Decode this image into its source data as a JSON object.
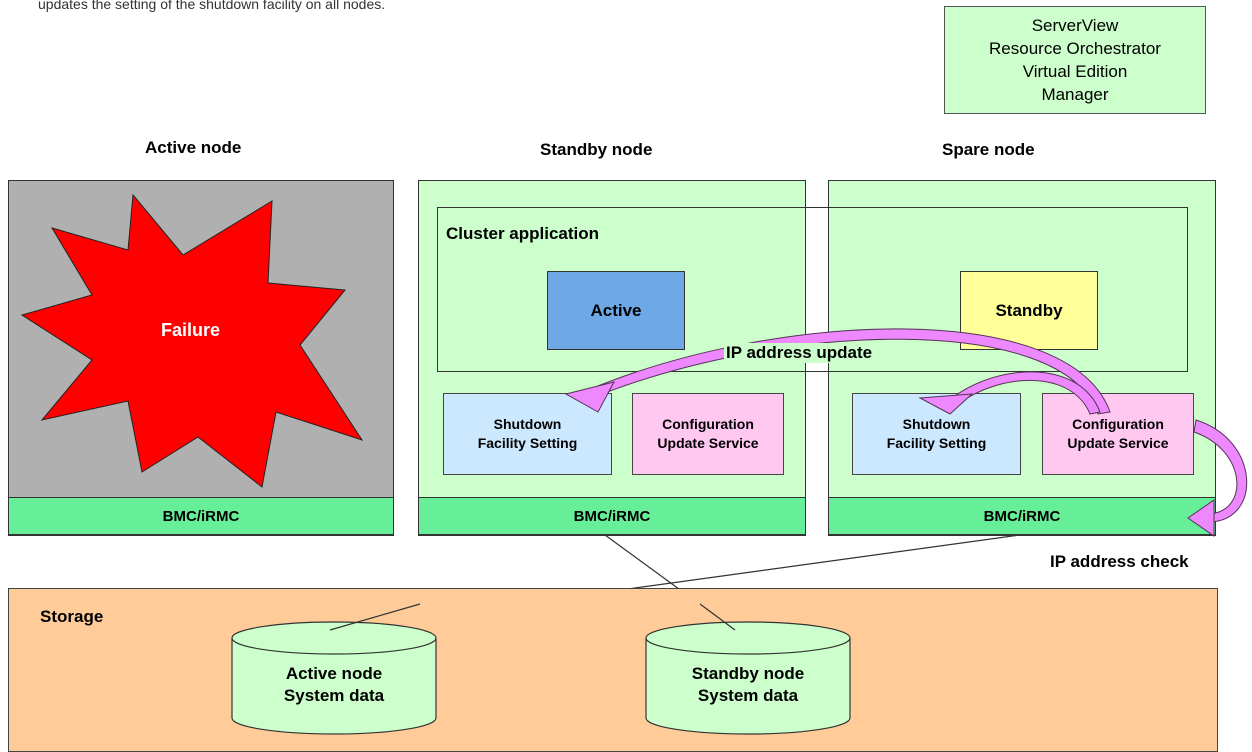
{
  "caption": "updates the setting of the shutdown facility on all nodes.",
  "manager": {
    "line1": "ServerView",
    "line2": "Resource Orchestrator",
    "line3": "Virtual Edition",
    "line4": "Manager"
  },
  "nodes": {
    "active": {
      "title": "Active node",
      "failure": "Failure",
      "bmc": "BMC/iRMC"
    },
    "standby": {
      "title": "Standby node",
      "bmc": "BMC/iRMC",
      "shutdown_line1": "Shutdown",
      "shutdown_line2": "Facility  Setting",
      "config_line1": "Configuration",
      "config_line2": "Update Service"
    },
    "spare": {
      "title": "Spare node",
      "bmc": "BMC/iRMC",
      "shutdown_line1": "Shutdown",
      "shutdown_line2": "Facility  Setting",
      "config_line1": "Configuration",
      "config_line2": "Update Service"
    }
  },
  "cluster": {
    "label": "Cluster application",
    "active": "Active",
    "standby": "Standby"
  },
  "labels": {
    "ip_update": "IP address update",
    "ip_check": "IP address check"
  },
  "storage": {
    "label": "Storage",
    "disk1_line1": "Active node",
    "disk1_line2": "System data",
    "disk2_line1": "Standby node",
    "disk2_line2": "System data"
  },
  "colors": {
    "node_bg": "#ccffcc",
    "bmc": "#66ee99",
    "failure": "#ff0000",
    "active_box": "#6fa8e6",
    "standby_box": "#ffff99",
    "arrow": "#ee88ff",
    "storage": "#ffcc99"
  }
}
